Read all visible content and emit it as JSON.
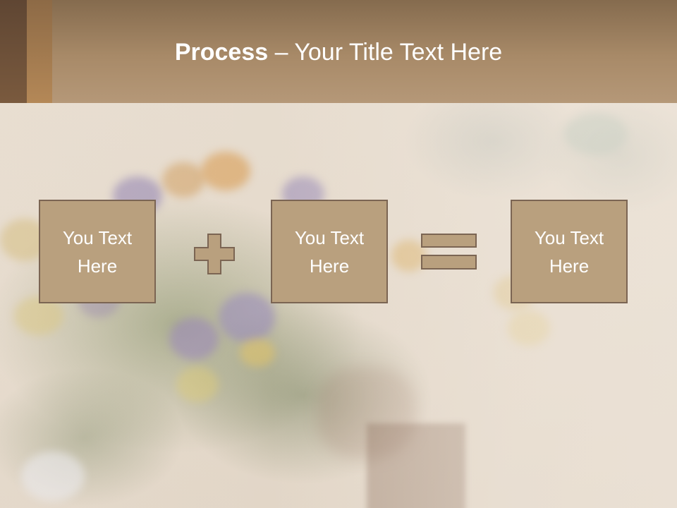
{
  "slide": {
    "title_bold": "Process",
    "title_rest": " – Your Title Text Here"
  },
  "process": {
    "boxes": [
      {
        "text": "You Text\nHere"
      },
      {
        "text": "You Text\nHere"
      },
      {
        "text": "You Text\nHere"
      }
    ],
    "operators": [
      "plus-icon",
      "equals-icon"
    ]
  },
  "colors": {
    "header": "#a88a68",
    "box_fill": "#b9a07e",
    "box_border": "#7b6553",
    "text": "#ffffff"
  }
}
